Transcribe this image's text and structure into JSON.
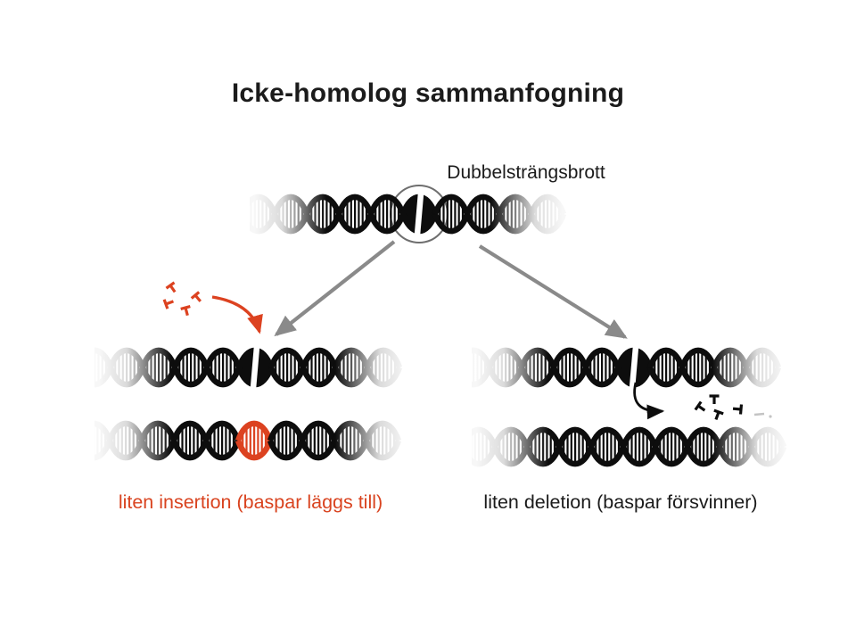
{
  "title": "Icke-homolog sammanfogning",
  "labels": {
    "break_label": "Dubbelsträngsbrott",
    "insertion_caption": "liten insertion (baspar läggs till)",
    "deletion_caption": "liten deletion (baspar försvinner)"
  },
  "colors": {
    "dna_black": "#0d0d0d",
    "accent_red": "#dc4220",
    "arrow_gray": "#8a8a8a",
    "circle_gray": "#6f6f6f",
    "faint_gray": "#c4c4c4"
  },
  "icons": {
    "break_circle": "double-strand-break-circle",
    "red_fragments": "nucleotide-fragments-red",
    "black_fragments": "nucleotide-fragments-black",
    "insertion_arrow": "curved-arrow-red",
    "deletion_arrow": "curved-arrow-black",
    "branch_arrow_left": "gray-arrow-down-left",
    "branch_arrow_right": "gray-arrow-down-right"
  }
}
